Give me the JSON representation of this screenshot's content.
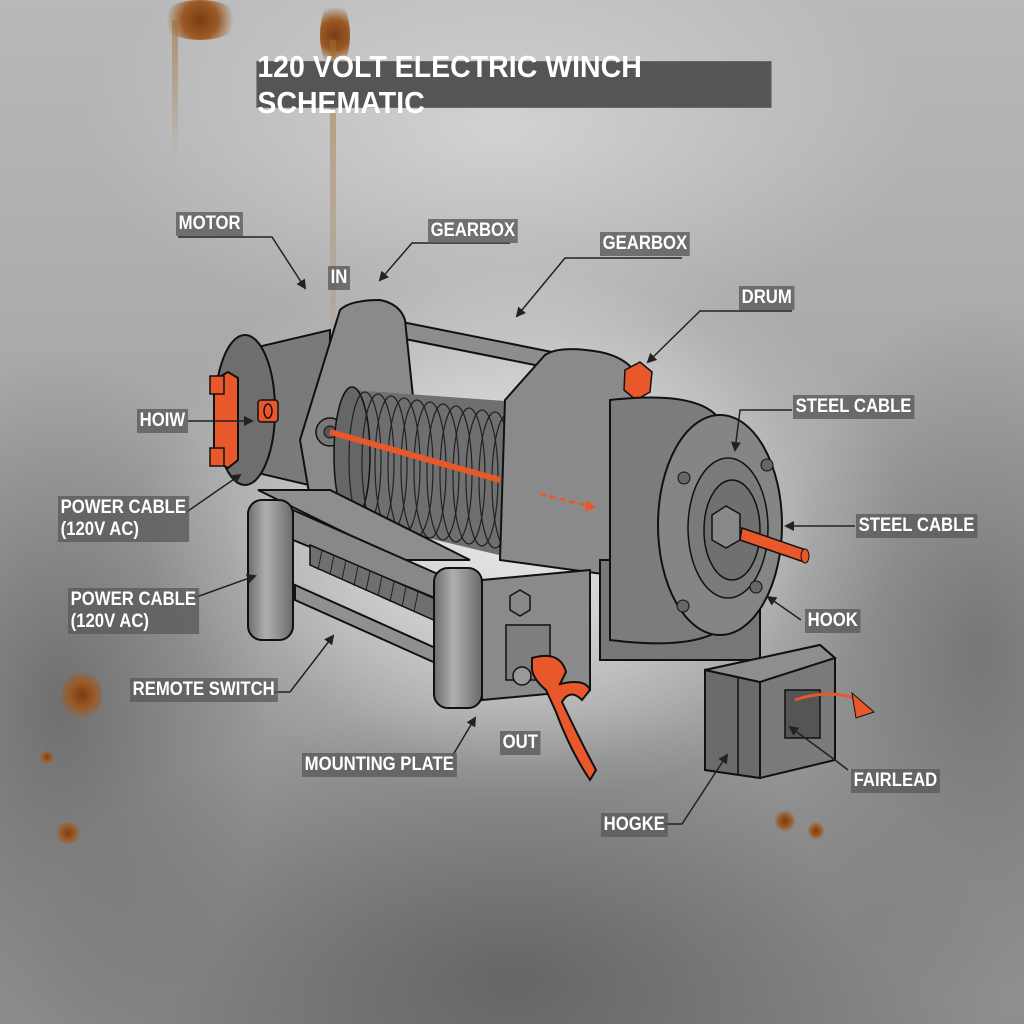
{
  "title": "120 VOLT ELECTRIC WINCH SCHEMATIC",
  "colors": {
    "accent_orange": "#e8582a",
    "body_gray": "#7c7c7c",
    "label_bg": "#5a5a5a",
    "label_text": "#ffffff",
    "background": "#a8a8a8"
  },
  "labels": [
    {
      "id": "motor",
      "text": "MOTOR"
    },
    {
      "id": "in",
      "text": "IN"
    },
    {
      "id": "gearbox-1",
      "text": "GEARBOX"
    },
    {
      "id": "gearbox-2",
      "text": "GEARBOX"
    },
    {
      "id": "drum",
      "text": "DRUM"
    },
    {
      "id": "hoiw",
      "text": "HOIW"
    },
    {
      "id": "steel-cable-1",
      "text": "STEEL CABLE"
    },
    {
      "id": "power-cable-1",
      "line1": "POWER CABLE",
      "line2": "(120V AC)"
    },
    {
      "id": "steel-cable-2",
      "text": "STEEL CABLE"
    },
    {
      "id": "power-cable-2",
      "line1": "POWER CABLE",
      "line2": "(120V AC)"
    },
    {
      "id": "hook",
      "text": "HOOK"
    },
    {
      "id": "remote-switch",
      "text": "REMOTE SWITCH"
    },
    {
      "id": "out",
      "text": "OUT"
    },
    {
      "id": "mounting-plate",
      "text": "MOUNTING PLATE"
    },
    {
      "id": "fairlead",
      "text": "FAIRLEAD"
    },
    {
      "id": "hogke",
      "text": "HOGKE"
    }
  ],
  "components": [
    "motor",
    "gearbox",
    "drum",
    "steel-cable",
    "fairlead-rollers",
    "hook",
    "remote-switch",
    "mounting-plate",
    "power-cable"
  ]
}
